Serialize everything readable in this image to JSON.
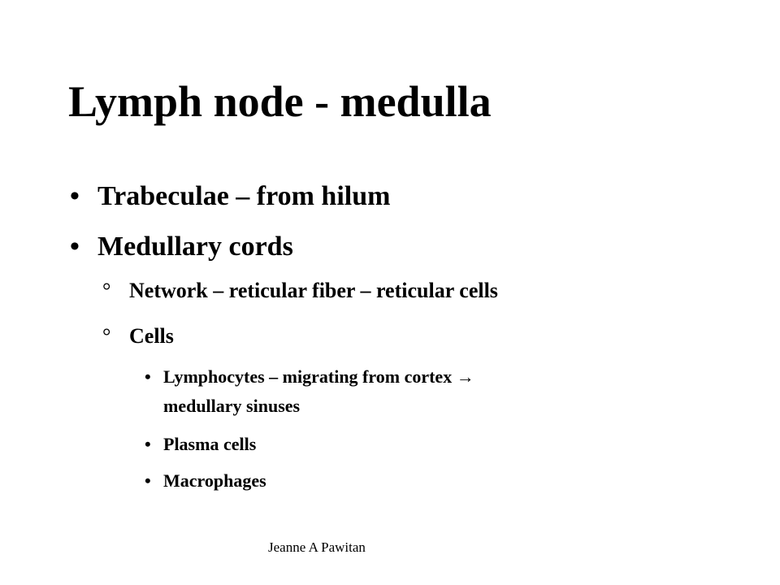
{
  "slide": {
    "title": "Lymph node - medulla",
    "bullet_symbol": "•",
    "sub_bullet_symbol": "°",
    "items": [
      {
        "text": "Trabeculae – from hilum"
      },
      {
        "text": "Medullary cords"
      },
      {
        "text": "Network – reticular fiber – reticular cells"
      },
      {
        "text": "Cells"
      },
      {
        "line1": "Lymphocytes – migrating from cortex →",
        "line2": "medullary sinuses"
      },
      {
        "text": "Plasma cells"
      },
      {
        "text": "Macrophages"
      }
    ],
    "footer": "Jeanne A Pawitan"
  }
}
